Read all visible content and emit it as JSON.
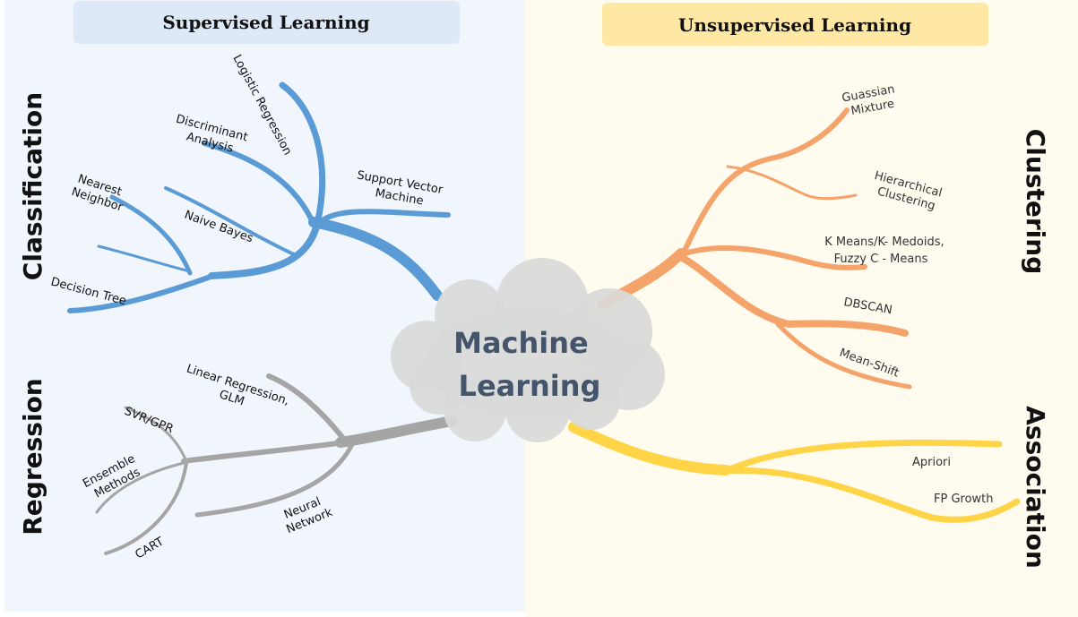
{
  "supervised": {
    "header": "Supervised Learning",
    "classification": {
      "title": "Classification",
      "items": {
        "logistic": "Logistic Regression",
        "discriminant": [
          "Discriminant",
          "Analysis"
        ],
        "svm": [
          "Support Vector",
          "Machine"
        ],
        "nearest": [
          "Nearest",
          "Neighbor"
        ],
        "naive": "Naive Bayes",
        "decision": "Decision Tree"
      }
    },
    "regression": {
      "title": "Regression",
      "items": {
        "linear": [
          "Linear Regression,",
          "GLM"
        ],
        "svr": "SVR/GPR",
        "ensemble": [
          "Ensemble",
          "Methods"
        ],
        "cart": "CART",
        "neural": [
          "Neural",
          "Network"
        ]
      }
    }
  },
  "unsupervised": {
    "header": "Unsupervised Learning",
    "clustering": {
      "title": "Clustering",
      "items": {
        "gmm": [
          "Guassian",
          "Mixture"
        ],
        "hierarchical": [
          "Hierarchical",
          "Clustering"
        ],
        "kmeans": [
          "K Means/K- Medoids,",
          "Fuzzy C - Means"
        ],
        "dbscan": "DBSCAN",
        "meanshift": "Mean-Shift"
      }
    },
    "association": {
      "title": "Association",
      "items": {
        "apriori": "Apriori",
        "fpgrowth": "FP Growth"
      }
    }
  },
  "center": {
    "lines": [
      "Machine",
      "Learning"
    ]
  },
  "colors": {
    "supervised_bg": "#f1f6fd",
    "unsupervised_bg": "#fffbee",
    "supervised_header_bg": "#dde9f6",
    "unsupervised_header_bg": "#ffe8a3",
    "classification_branch": "#5b9bd5",
    "regression_branch": "#a5a5a5",
    "clustering_branch": "#f4a46a",
    "association_branch": "#ffd447",
    "cloud": "#d9d9d9",
    "center_text": "#44546a"
  }
}
